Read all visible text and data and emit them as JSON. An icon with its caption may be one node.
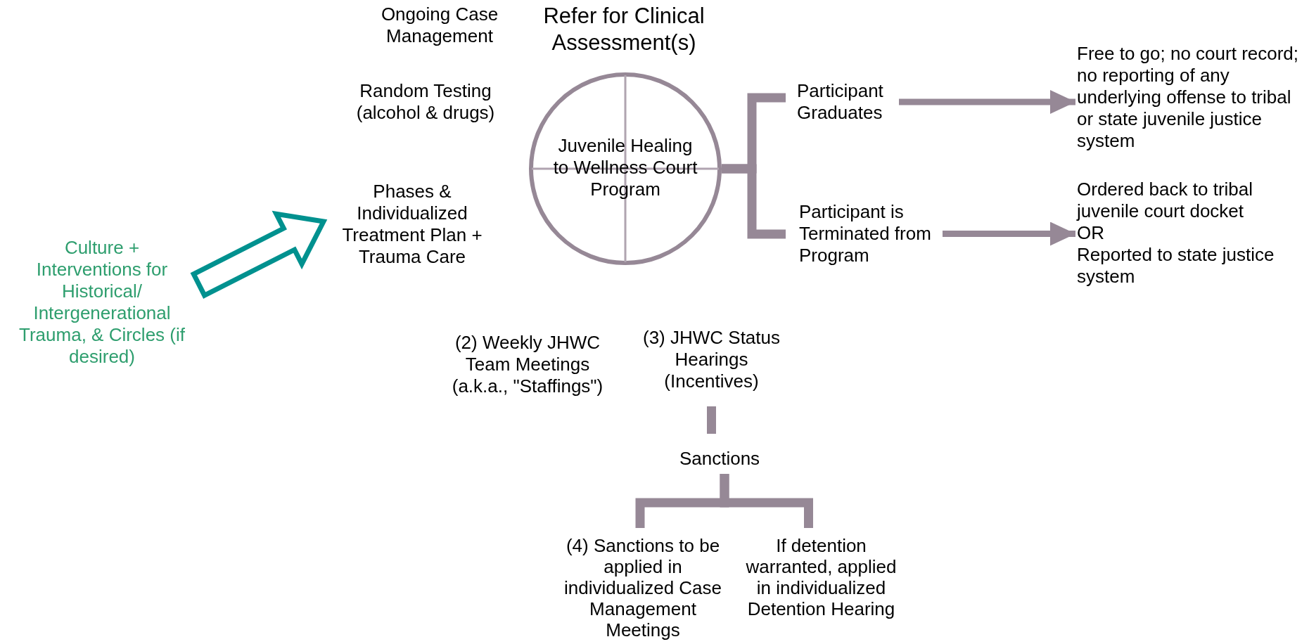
{
  "diagram": {
    "nodes": [
      {
        "text": [
          "Culture + Interventions for Historical/ Intergenerational Trauma, & Circles (if desired)"
        ]
      },
      {
        "text": [
          "Phases & Individualized Treatment Plan + Trauma Care"
        ]
      },
      {
        "text": [
          "Juvenile Healing to Wellness Court Program"
        ]
      },
      {
        "text": [
          "Participant Graduates"
        ]
      },
      {
        "text": [
          "Participant is Terminated from Program"
        ]
      },
      {
        "text": [
          "Free to go; no court record; no reporting of any underlying offense to tribal or state juvenile justice system"
        ]
      },
      {
        "text": [
          "Ordered back to tribal juvenile court docket",
          "OR",
          "Reported to state justice system"
        ]
      },
      {
        "text": [
          "(3) JHWC Status Hearings (Incentives)"
        ]
      },
      {
        "text": [
          "Sanctions"
        ]
      },
      {
        "text": [
          "(4) Sanctions to be applied in individualized Case Management Meetings"
        ]
      },
      {
        "text": [
          "If detention warranted, applied in individualized Detention Hearing"
        ]
      }
    ],
    "edges": [
      {
        "from": 0,
        "to": 1,
        "arrow": "to",
        "style": "thick",
        "color": "#00918f"
      },
      {
        "from": 2,
        "to": 3,
        "arrow": "none"
      },
      {
        "from": 2,
        "to": 4,
        "arrow": "none"
      },
      {
        "from": 3,
        "to": 5,
        "arrow": "to"
      },
      {
        "from": 4,
        "to": 6,
        "arrow": "to"
      },
      {
        "from": 7,
        "to": 8,
        "arrow": "none"
      },
      {
        "from": 8,
        "to": 9,
        "arrow": "none"
      },
      {
        "from": 8,
        "to": 10,
        "arrow": "none"
      }
    ],
    "labels": [
      "Ongoing Case Management",
      "Refer for Clinical Assessment(s)",
      "Random Testing (alcohol & drugs)",
      "(2) Weekly JHWC Team Meetings (a.k.a., \"Staffings\")"
    ]
  }
}
